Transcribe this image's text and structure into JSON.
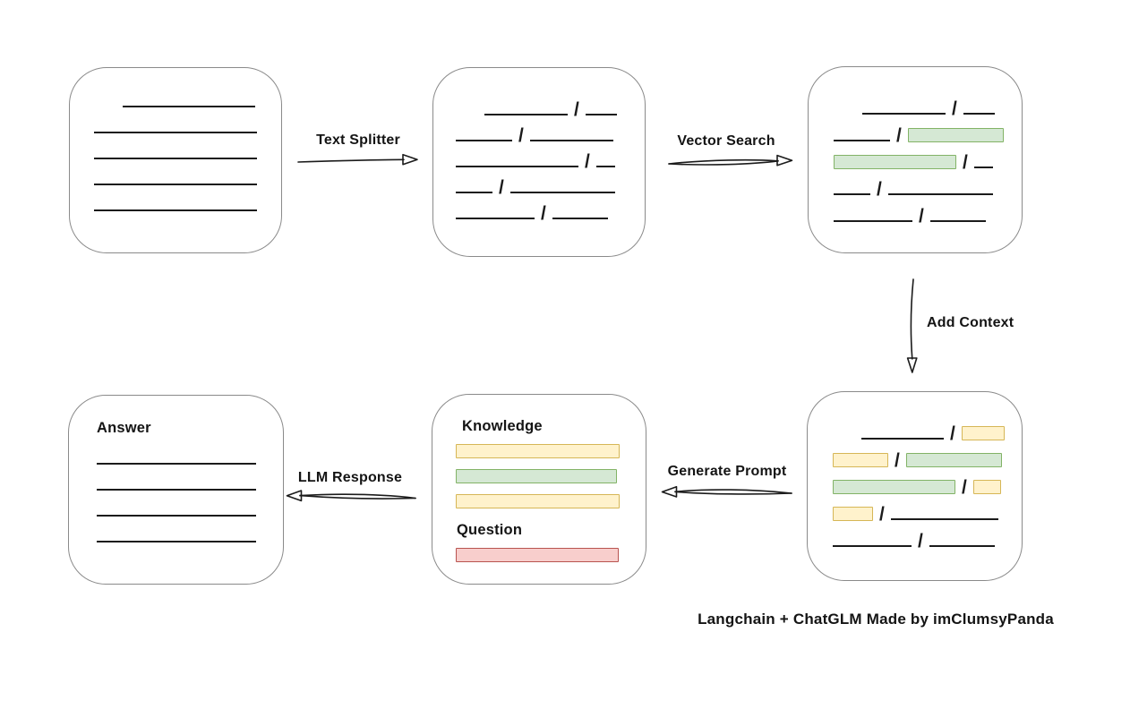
{
  "labels": {
    "text_splitter": "Text Splitter",
    "vector_search": "Vector Search",
    "add_context": "Add Context",
    "generate_prompt": "Generate Prompt",
    "llm_response": "LLM Response"
  },
  "boxes": {
    "prompt": {
      "knowledge_label": "Knowledge",
      "question_label": "Question"
    },
    "answer": {
      "title": "Answer"
    }
  },
  "caption": "Langchain + ChatGLM Made by imClumsyPanda",
  "glyphs": {
    "slash": "/"
  },
  "colors": {
    "box_border": "#8a8a8a",
    "line": "#1b1b1b",
    "green_fill": "#d5e8d4",
    "green_border": "#82b366",
    "yellow_fill": "#fff2cc",
    "yellow_border": "#d6b656",
    "red_fill": "#f8cecc",
    "red_border": "#b85450"
  },
  "doc_rows": {
    "box1": [
      {
        "indent": 32,
        "segs": [
          {
            "t": "line",
            "w": 148
          }
        ]
      },
      {
        "segs": [
          {
            "t": "line",
            "w": 182
          }
        ]
      },
      {
        "segs": [
          {
            "t": "line",
            "w": 182
          }
        ]
      },
      {
        "segs": [
          {
            "t": "line",
            "w": 182
          }
        ]
      },
      {
        "segs": [
          {
            "t": "line",
            "w": 182
          }
        ]
      }
    ],
    "box2": [
      {
        "indent": 32,
        "segs": [
          {
            "t": "line",
            "w": 93
          },
          {
            "t": "slash"
          },
          {
            "t": "line",
            "w": 35
          }
        ]
      },
      {
        "segs": [
          {
            "t": "line",
            "w": 63
          },
          {
            "t": "slash"
          },
          {
            "t": "line",
            "w": 93
          }
        ]
      },
      {
        "segs": [
          {
            "t": "line",
            "w": 137
          },
          {
            "t": "slash"
          },
          {
            "t": "line",
            "w": 21
          }
        ]
      },
      {
        "segs": [
          {
            "t": "line",
            "w": 41
          },
          {
            "t": "slash"
          },
          {
            "t": "line",
            "w": 117
          }
        ]
      },
      {
        "segs": [
          {
            "t": "line",
            "w": 88
          },
          {
            "t": "slash"
          },
          {
            "t": "line",
            "w": 62
          }
        ]
      }
    ],
    "box3": [
      {
        "indent": 32,
        "segs": [
          {
            "t": "line",
            "w": 93
          },
          {
            "t": "slash"
          },
          {
            "t": "line",
            "w": 35
          }
        ]
      },
      {
        "segs": [
          {
            "t": "line",
            "w": 63
          },
          {
            "t": "slash"
          },
          {
            "t": "green",
            "w": 107
          }
        ]
      },
      {
        "segs": [
          {
            "t": "green",
            "w": 137
          },
          {
            "t": "slash"
          },
          {
            "t": "line",
            "w": 21
          }
        ]
      },
      {
        "segs": [
          {
            "t": "line",
            "w": 41
          },
          {
            "t": "slash"
          },
          {
            "t": "line",
            "w": 117
          }
        ]
      },
      {
        "segs": [
          {
            "t": "line",
            "w": 88
          },
          {
            "t": "slash"
          },
          {
            "t": "line",
            "w": 62
          }
        ]
      }
    ],
    "box4": [
      {
        "indent": 32,
        "segs": [
          {
            "t": "line",
            "w": 92
          },
          {
            "t": "slash"
          },
          {
            "t": "yellow",
            "w": 48
          }
        ]
      },
      {
        "segs": [
          {
            "t": "yellow",
            "w": 62
          },
          {
            "t": "slash"
          },
          {
            "t": "green",
            "w": 107
          }
        ]
      },
      {
        "segs": [
          {
            "t": "green",
            "w": 137
          },
          {
            "t": "slash"
          },
          {
            "t": "yellow",
            "w": 31
          }
        ]
      },
      {
        "segs": [
          {
            "t": "yellow",
            "w": 45
          },
          {
            "t": "slash"
          },
          {
            "t": "line",
            "w": 120
          }
        ]
      },
      {
        "segs": [
          {
            "t": "line",
            "w": 88
          },
          {
            "t": "slash"
          },
          {
            "t": "line",
            "w": 73
          }
        ]
      }
    ],
    "box5_bars": [
      {
        "segs": [
          {
            "t": "yellow",
            "w": 183
          }
        ]
      },
      {
        "segs": [
          {
            "t": "green",
            "w": 180
          }
        ]
      },
      {
        "segs": [
          {
            "t": "yellow",
            "w": 183
          }
        ]
      }
    ],
    "box5_question": [
      {
        "segs": [
          {
            "t": "red",
            "w": 182
          }
        ]
      }
    ],
    "box6_lines": [
      {
        "segs": [
          {
            "t": "line",
            "w": 178
          }
        ]
      },
      {
        "segs": [
          {
            "t": "line",
            "w": 178
          }
        ]
      },
      {
        "segs": [
          {
            "t": "line",
            "w": 178
          }
        ]
      },
      {
        "segs": [
          {
            "t": "line",
            "w": 178
          }
        ]
      }
    ]
  }
}
